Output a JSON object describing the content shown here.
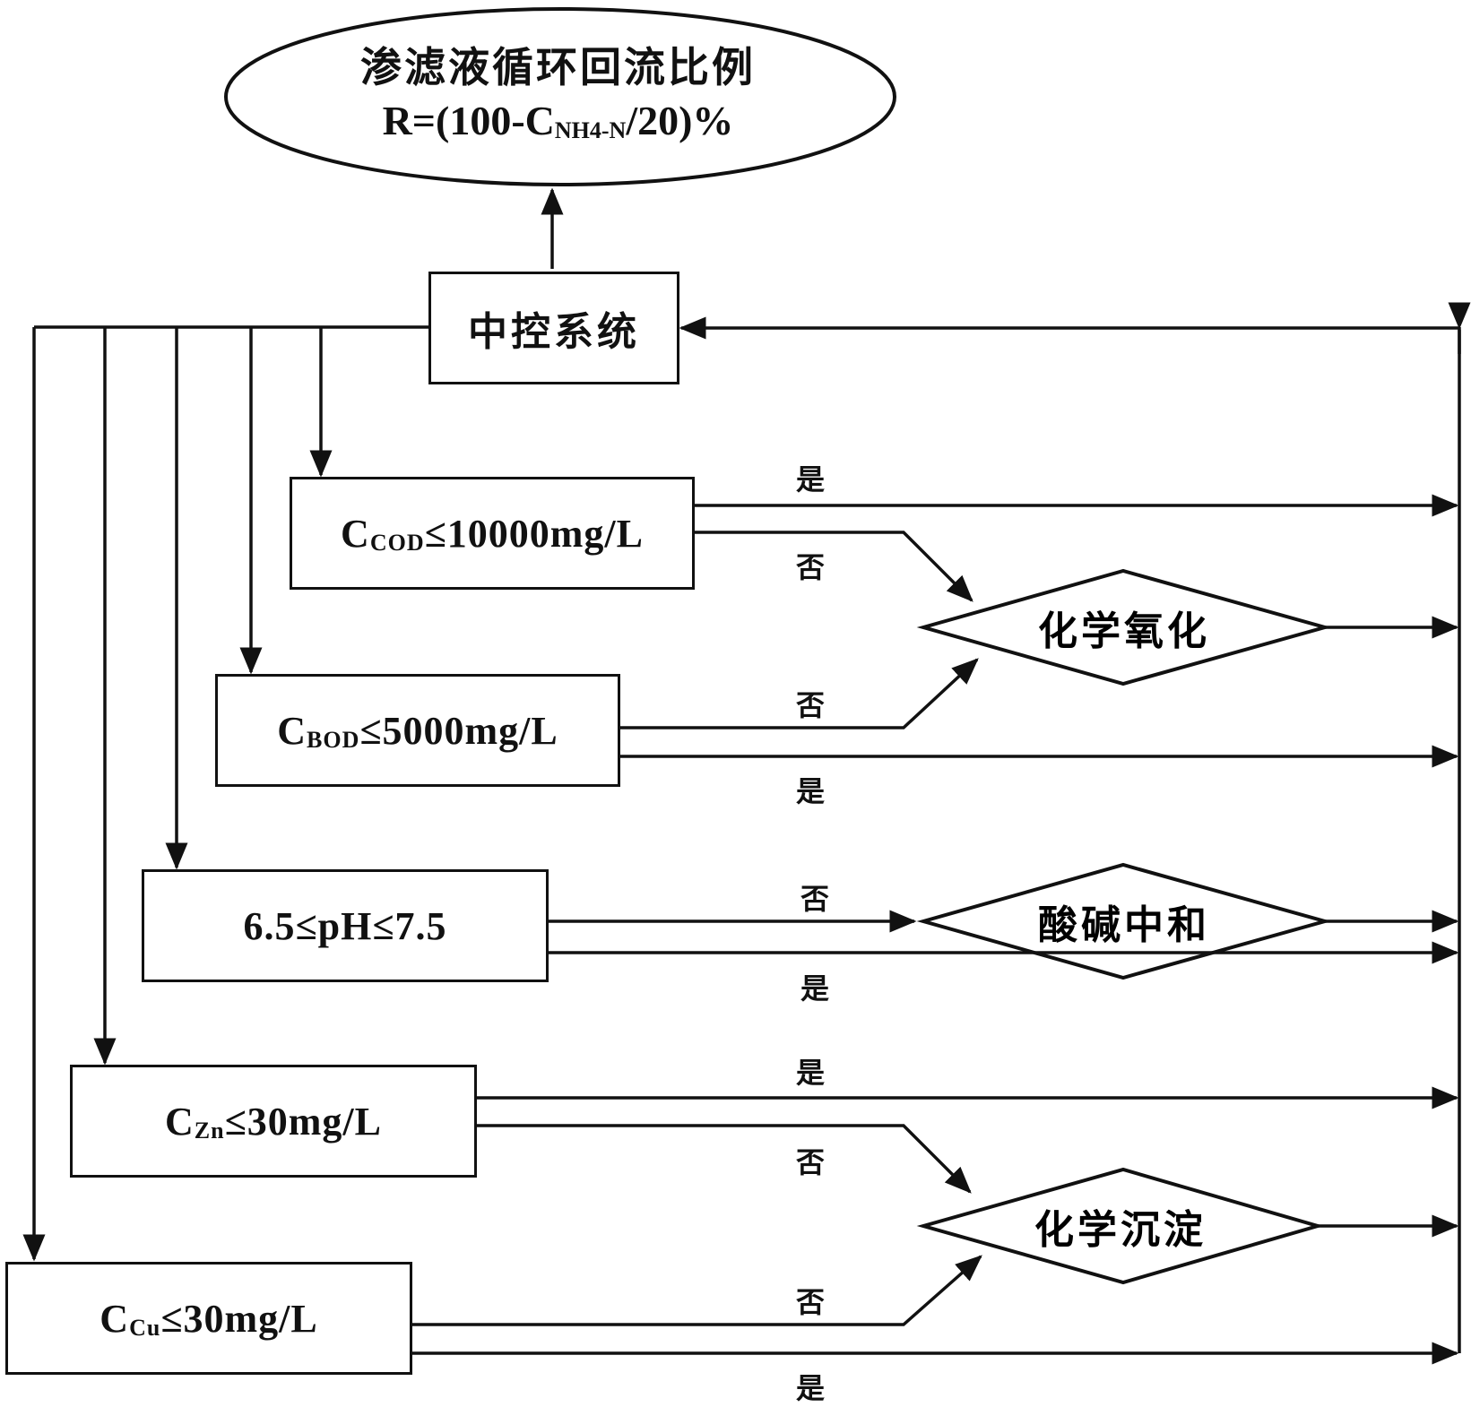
{
  "top": {
    "title": "渗滤液循环回流比例",
    "formula_prefix": "R=(100-C",
    "formula_sub": "NH4-N",
    "formula_suffix": "/20)%"
  },
  "control": {
    "label": "中控系统"
  },
  "conditions": [
    {
      "prefix": "C",
      "sub": "COD",
      "rest": "≤10000mg/L"
    },
    {
      "prefix": "C",
      "sub": "BOD",
      "rest": "≤5000mg/L"
    },
    {
      "text": "6.5≤pH≤7.5"
    },
    {
      "prefix": "C",
      "sub": "Zn",
      "rest": "≤30mg/L"
    },
    {
      "prefix": "C",
      "sub": "Cu",
      "rest": "≤30mg/L"
    }
  ],
  "processes": [
    "化学氧化",
    "酸碱中和",
    "化学沉淀"
  ],
  "edge_labels": {
    "yes": "是",
    "no": "否"
  }
}
